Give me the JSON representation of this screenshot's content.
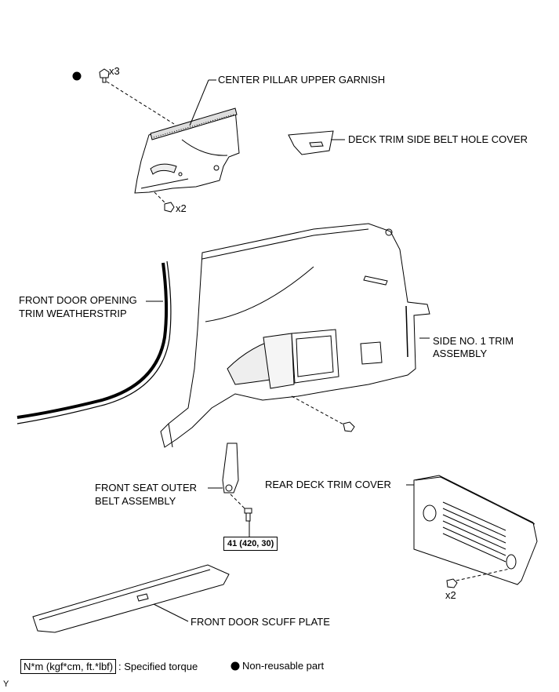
{
  "labels": {
    "center_pillar": "CENTER PILLAR UPPER GARNISH",
    "deck_belt_hole": "DECK TRIM SIDE BELT HOLE COVER",
    "front_door_opening_1": "FRONT DOOR OPENING",
    "front_door_opening_2": "TRIM WEATHERSTRIP",
    "side_trim_1": "SIDE NO. 1 TRIM",
    "side_trim_2": "ASSEMBLY",
    "front_seat_1": "FRONT SEAT OUTER",
    "front_seat_2": "BELT ASSEMBLY",
    "rear_deck": "REAR DECK TRIM COVER",
    "scuff_plate": "FRONT DOOR SCUFF PLATE"
  },
  "quantities": {
    "top_clips": "x3",
    "pillar_clips": "x2",
    "rear_clips": "x2"
  },
  "torque": "41 (420, 30)",
  "legend": {
    "torque_unit": "N*m (kgf*cm, ft.*lbf)",
    "torque_text": ": Specified torque",
    "nonreusable_text": "Non-reusable part"
  },
  "corner_code": "Y"
}
